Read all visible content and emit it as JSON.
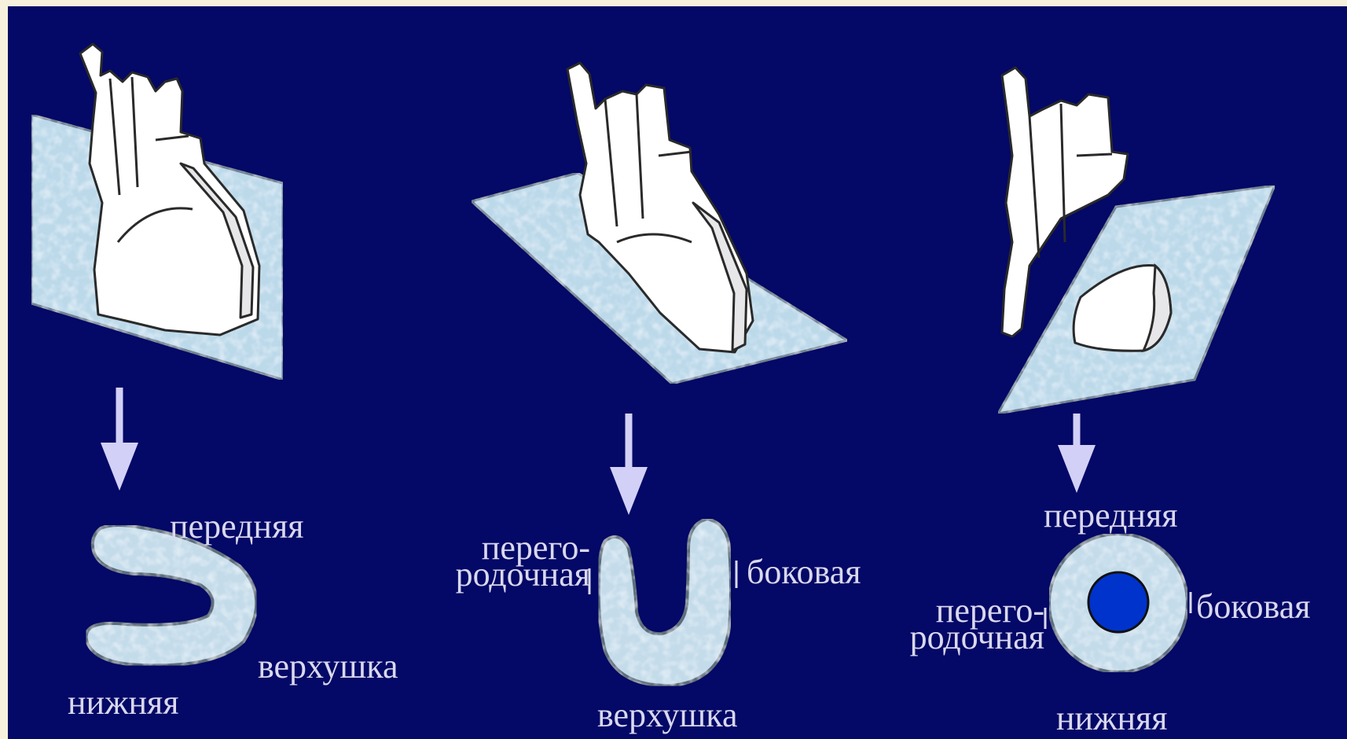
{
  "colors": {
    "background": "#040866",
    "page_border": "#f6f1dc",
    "plane": "#bcd9ea",
    "heart": "#ffffff",
    "ring": "#c4dcea",
    "cavity": "#0033cc",
    "arrow": "#d2d0f6",
    "text": "#d9d8ee"
  },
  "panels": [
    {
      "plane": "vertical-longitudinal",
      "labels": {
        "top": "передняя",
        "bottom_left": "нижняя",
        "right": "верхушка"
      }
    },
    {
      "plane": "horizontal-four-chamber",
      "labels": {
        "left_line1": "перего-",
        "left_line2": "родочная",
        "right": "боковая",
        "bottom": "верхушка"
      }
    },
    {
      "plane": "short-axis",
      "labels": {
        "top": "передняя",
        "left_line1": "перего-",
        "left_line2": "родочная",
        "right": "боковая",
        "bottom": "нижняя"
      }
    }
  ]
}
